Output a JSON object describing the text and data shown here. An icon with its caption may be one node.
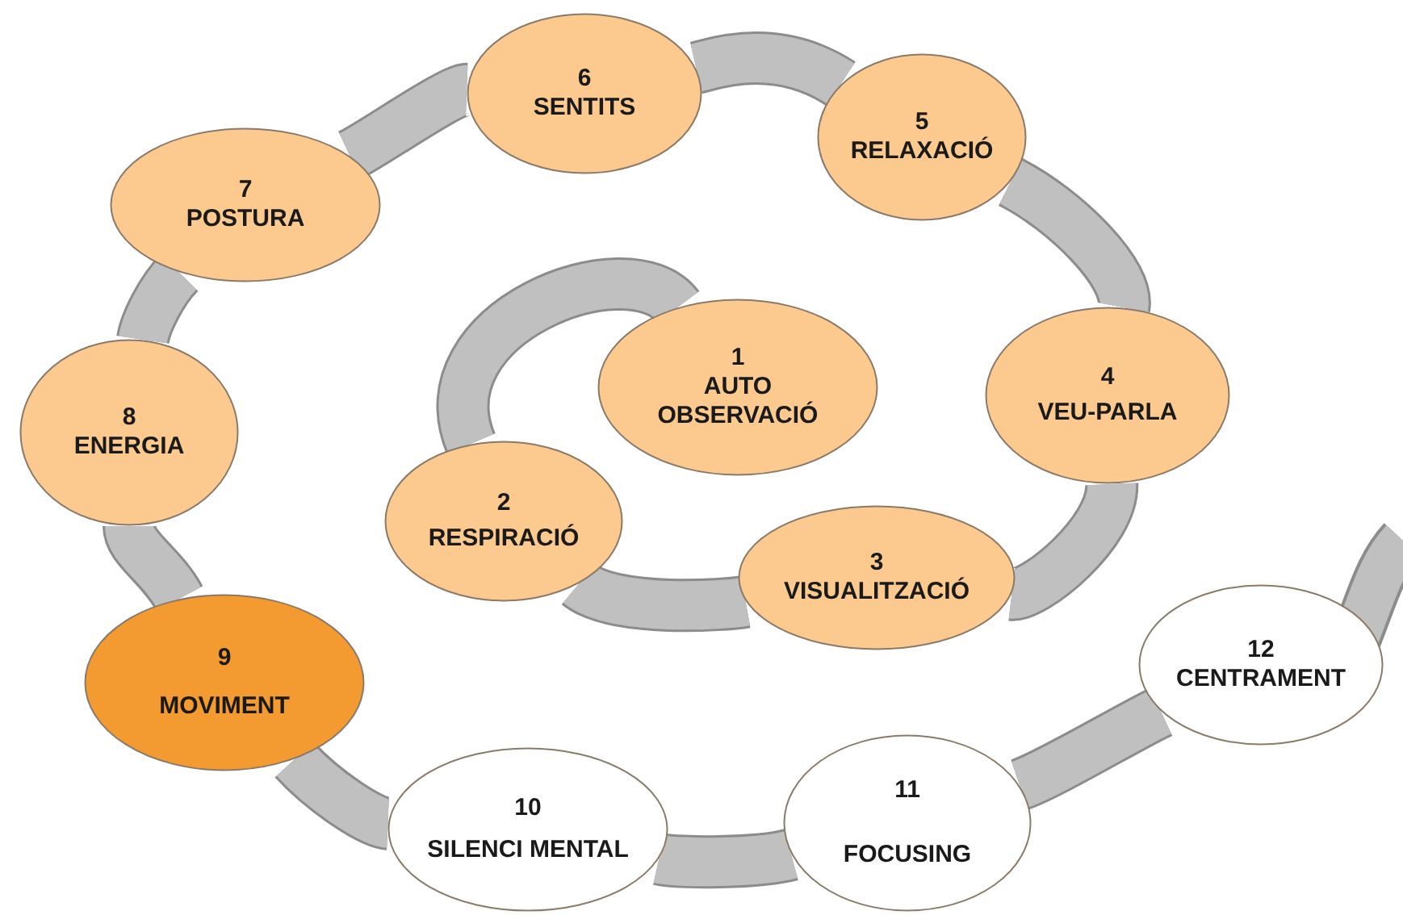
{
  "diagram": {
    "nodes": [
      {
        "text": [
          "1",
          "AUTO OBSERVACIÓ"
        ]
      },
      {
        "text": [
          "2",
          "RESPIRACIÓ"
        ]
      },
      {
        "text": [
          "3",
          "VISUALITZACIÓ"
        ]
      },
      {
        "text": [
          "4",
          "VEU-PARLA"
        ]
      },
      {
        "text": [
          "5",
          "RELAXACIÓ"
        ]
      },
      {
        "text": [
          "6",
          "SENTITS"
        ]
      },
      {
        "text": [
          "7",
          "POSTURA"
        ]
      },
      {
        "text": [
          "8",
          "ENERGIA"
        ]
      },
      {
        "text": [
          "9",
          "MOVIMENT"
        ]
      },
      {
        "text": [
          "10",
          "SILENCI MENTAL"
        ]
      },
      {
        "text": [
          "11",
          "FOCUSING"
        ]
      },
      {
        "text": [
          "12",
          "CENTRAMENT"
        ]
      }
    ],
    "edges": [
      {
        "from": 0,
        "to": 1,
        "arrow": "none"
      },
      {
        "from": 1,
        "to": 2,
        "arrow": "none"
      },
      {
        "from": 2,
        "to": 3,
        "arrow": "none"
      },
      {
        "from": 3,
        "to": 4,
        "arrow": "none"
      },
      {
        "from": 4,
        "to": 5,
        "arrow": "none"
      },
      {
        "from": 5,
        "to": 6,
        "arrow": "none"
      },
      {
        "from": 6,
        "to": 7,
        "arrow": "none"
      },
      {
        "from": 7,
        "to": 8,
        "arrow": "none"
      },
      {
        "from": 8,
        "to": 9,
        "arrow": "none"
      },
      {
        "from": 9,
        "to": 10,
        "arrow": "none"
      },
      {
        "from": 10,
        "to": 11,
        "arrow": "none"
      }
    ]
  }
}
